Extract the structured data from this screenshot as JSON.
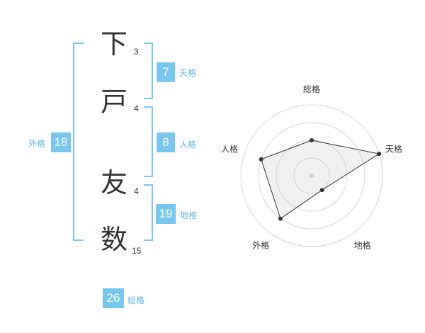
{
  "name": {
    "chars": [
      {
        "char": "下",
        "strokes": "3"
      },
      {
        "char": "戸",
        "strokes": "4"
      },
      {
        "char": "友",
        "strokes": "4"
      },
      {
        "char": "数",
        "strokes": "15"
      }
    ]
  },
  "fortune": {
    "tenkaku": {
      "value": "7",
      "label": "天格"
    },
    "jinkaku": {
      "value": "8",
      "label": "人格"
    },
    "chikaku": {
      "value": "19",
      "label": "地格"
    },
    "gaikaku": {
      "value": "18",
      "label": "外格"
    },
    "soukaku": {
      "value": "26",
      "label": "総格"
    }
  },
  "colors": {
    "accent": "#79c6f0",
    "label": "#5fb6e8",
    "text": "#333333"
  },
  "chart_data": {
    "type": "radar",
    "axes": [
      "総格",
      "天格",
      "地格",
      "外格",
      "人格"
    ],
    "values": [
      2,
      4,
      1,
      3,
      3
    ],
    "max": 4,
    "rings": 4
  }
}
